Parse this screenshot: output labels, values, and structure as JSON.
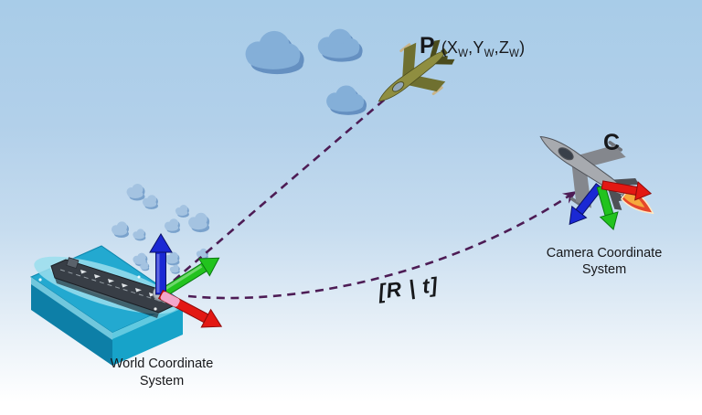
{
  "labels": {
    "point": {
      "symbol": "P",
      "open": "(X",
      "sub1": "W",
      "sep1": ",Y",
      "sub2": "W",
      "sep2": ",Z",
      "sub3": "W",
      "close": ")"
    },
    "camera_symbol": "C",
    "transform": "[R | t]",
    "world_system": {
      "line1": "World Coordinate",
      "line2": "System"
    },
    "camera_system": {
      "line1": "Camera Coordinate",
      "line2": "System"
    }
  },
  "colors": {
    "background_top": "#A8CCE8",
    "background_bottom": "#FFFFFF",
    "dashed_connector": "#4D1C55",
    "axis_x_red": "#E31813",
    "axis_y_green": "#22C31E",
    "axis_z_blue": "#1A28D4",
    "axis_x_highlight_pink": "#F2A6CA",
    "origin_sphere": "#AEB4BC",
    "water_top": "#23A9D0",
    "water_left": "#0D7FA7",
    "water_front": "#17A3C9",
    "water_wake": "#9ADEED",
    "cloud": "#84AFD8",
    "cloud_shadow": "#6590C1",
    "puff": "#A4C3E1",
    "puff_shadow": "#7AA2CC",
    "carrier_hull": "#383E46",
    "target_jet_body": "#8F8E40",
    "camera_jet_body": "#A7AAAF",
    "flame_outer": "#E5472B",
    "flame_inner": "#F6A93C",
    "label_text": "#17181B"
  },
  "scene_objects": [
    "cloud-icon",
    "rain-puff-icon",
    "water-block",
    "aircraft-carrier",
    "world-axes",
    "fighter-jet-target",
    "fighter-jet-camera",
    "afterburner-flame",
    "camera-axes",
    "dashed-line-world-to-point",
    "dashed-arrow-world-to-camera"
  ]
}
